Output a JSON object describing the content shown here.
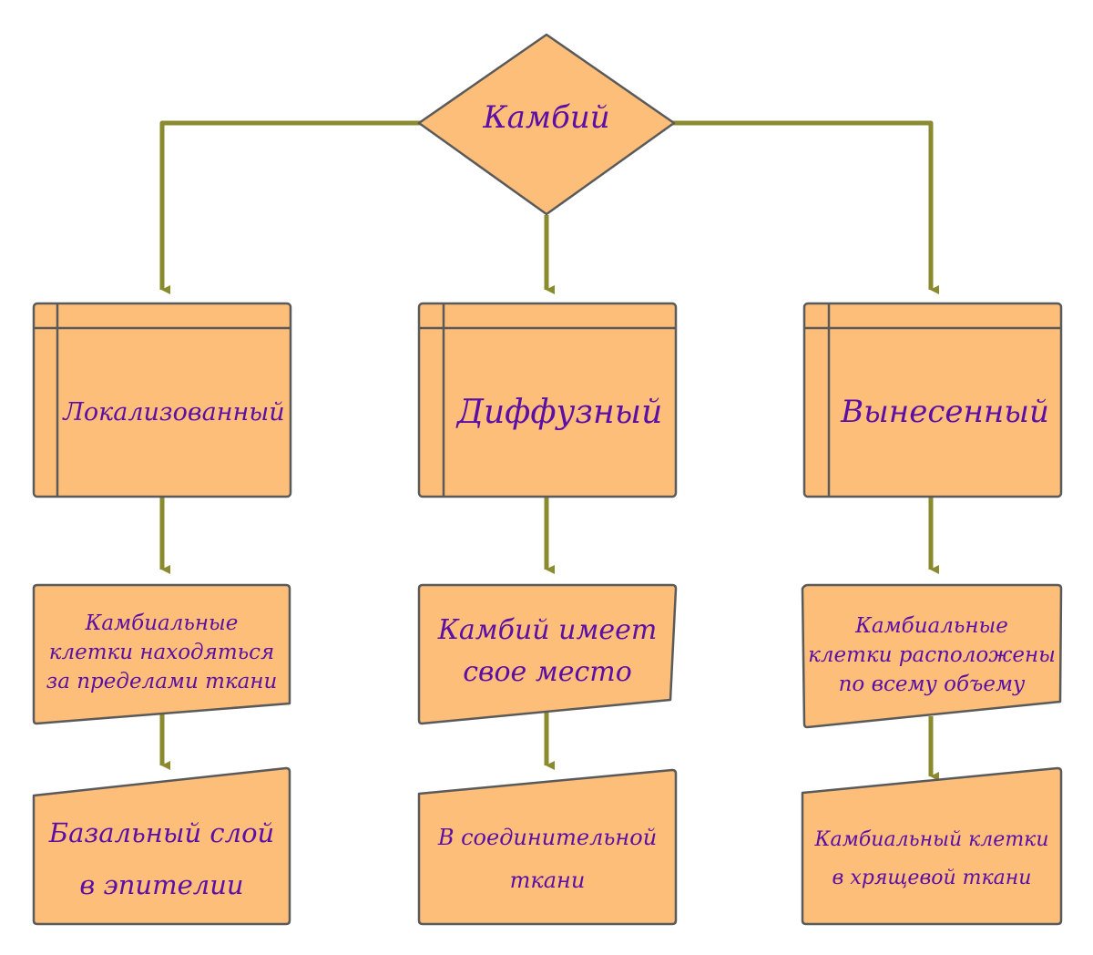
{
  "diagram": {
    "root": {
      "label": "Камбий"
    },
    "branches": [
      {
        "type": "Локализованный",
        "description": [
          "Камбиальные",
          "клетки находяться",
          "за пределами ткани"
        ],
        "location": [
          "Базальный слой",
          "в эпителии"
        ]
      },
      {
        "type": "Диффузный",
        "description": [
          "Камбий имеет",
          "свое место"
        ],
        "location": [
          "В соединительной",
          "ткани"
        ]
      },
      {
        "type": "Вынесенный",
        "description": [
          "Камбиальные",
          "клетки расположены",
          "по всему объему"
        ],
        "location": [
          "Камбиальный клетки",
          "в хрящевой ткани"
        ]
      }
    ]
  },
  "colors": {
    "fill": "#fdbe79",
    "stroke": "#5a5a5a",
    "connector": "#8a8a2e",
    "text": "#5b0fa6"
  }
}
